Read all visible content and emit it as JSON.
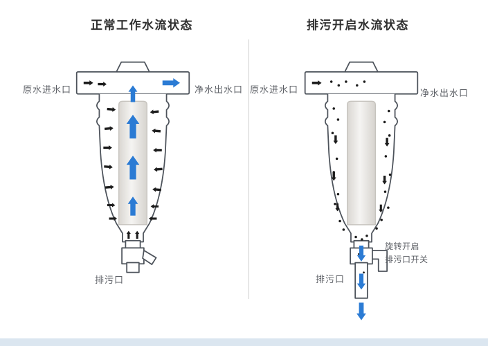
{
  "left_panel": {
    "title": "正常工作水流状态",
    "inlet_label": "原水进水口",
    "outlet_label": "净水出水口",
    "drain_label": "排污口"
  },
  "right_panel": {
    "title": "排污开启水流状态",
    "inlet_label": "原水进水口",
    "outlet_label": "净水出水口",
    "drain_label": "排污口",
    "switch_label_line1": "旋转开启",
    "switch_label_line2": "排污口开关"
  },
  "colors": {
    "flow_arrow_blue": "#2b7bd4",
    "particle_black": "#1c1c1c",
    "housing_outline": "#4d535b",
    "label_text": "#5d6066",
    "title_text": "#2f2f2f",
    "divider": "#d0d0d0",
    "cartridge_light": "#f5f4f2",
    "cartridge_dark": "#d6d3ce",
    "footer_bar": "#dbe6f0"
  },
  "icons": {
    "flow-arrow-up-icon": "blue block arrow pointing up",
    "flow-arrow-right-icon": "blue block arrow pointing right",
    "flow-arrow-down-icon": "blue block arrow pointing down",
    "particle-arrow-icon": "small black flow arrow",
    "particle-dots": "small black sediment dots"
  }
}
